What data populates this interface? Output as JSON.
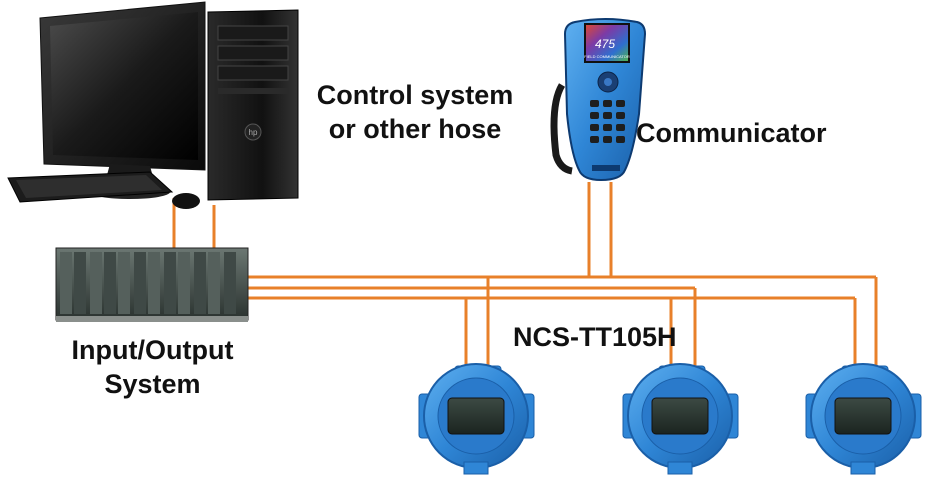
{
  "labels": {
    "control_system_line1": "Control system",
    "control_system_line2": "or other hose",
    "communicator": "Communicator",
    "io_line1": "Input/Output",
    "io_line2": "System",
    "transmitter_model": "NCS-TT105H"
  },
  "device_text": {
    "communicator_screen_number": "475",
    "communicator_screen_caption": "FIELD COMMUNICATOR",
    "pc_brand": "hp"
  },
  "colors": {
    "wire": "#E8802A",
    "transmitter_blue": "#2F86D6",
    "communicator_blue": "#1F6FC2"
  }
}
